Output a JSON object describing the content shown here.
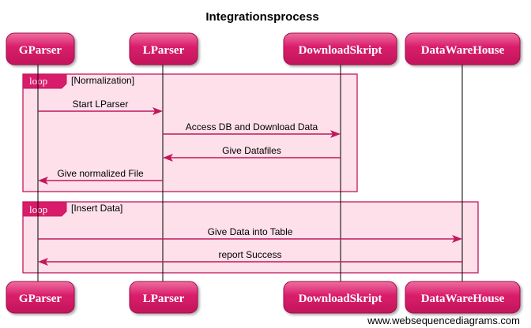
{
  "title": "Integrationsprocess",
  "actors": [
    "GParser",
    "LParser",
    "DownloadSkript",
    "DataWareHouse"
  ],
  "loops": [
    {
      "label": "loop",
      "condition": "[Normalization]",
      "messages": [
        {
          "from": 0,
          "to": 1,
          "text": "Start LParser"
        },
        {
          "from": 1,
          "to": 2,
          "text": "Access DB and Download Data"
        },
        {
          "from": 2,
          "to": 1,
          "text": "Give Datafiles"
        },
        {
          "from": 1,
          "to": 0,
          "text": "Give normalized File"
        }
      ]
    },
    {
      "label": "loop",
      "condition": "[Insert Data]",
      "messages": [
        {
          "from": 0,
          "to": 3,
          "text": "Give Data into Table"
        },
        {
          "from": 3,
          "to": 0,
          "text": "report Success"
        }
      ]
    }
  ],
  "watermark": "www.websequencediagrams.com",
  "colors": {
    "actor_fill": "#d81b6a",
    "actor_fill_light": "#ec6a9c",
    "loop_fill": "#fde0ea",
    "loop_border": "#c2185b",
    "arrow": "#c2185b",
    "lifeline": "#000000"
  }
}
